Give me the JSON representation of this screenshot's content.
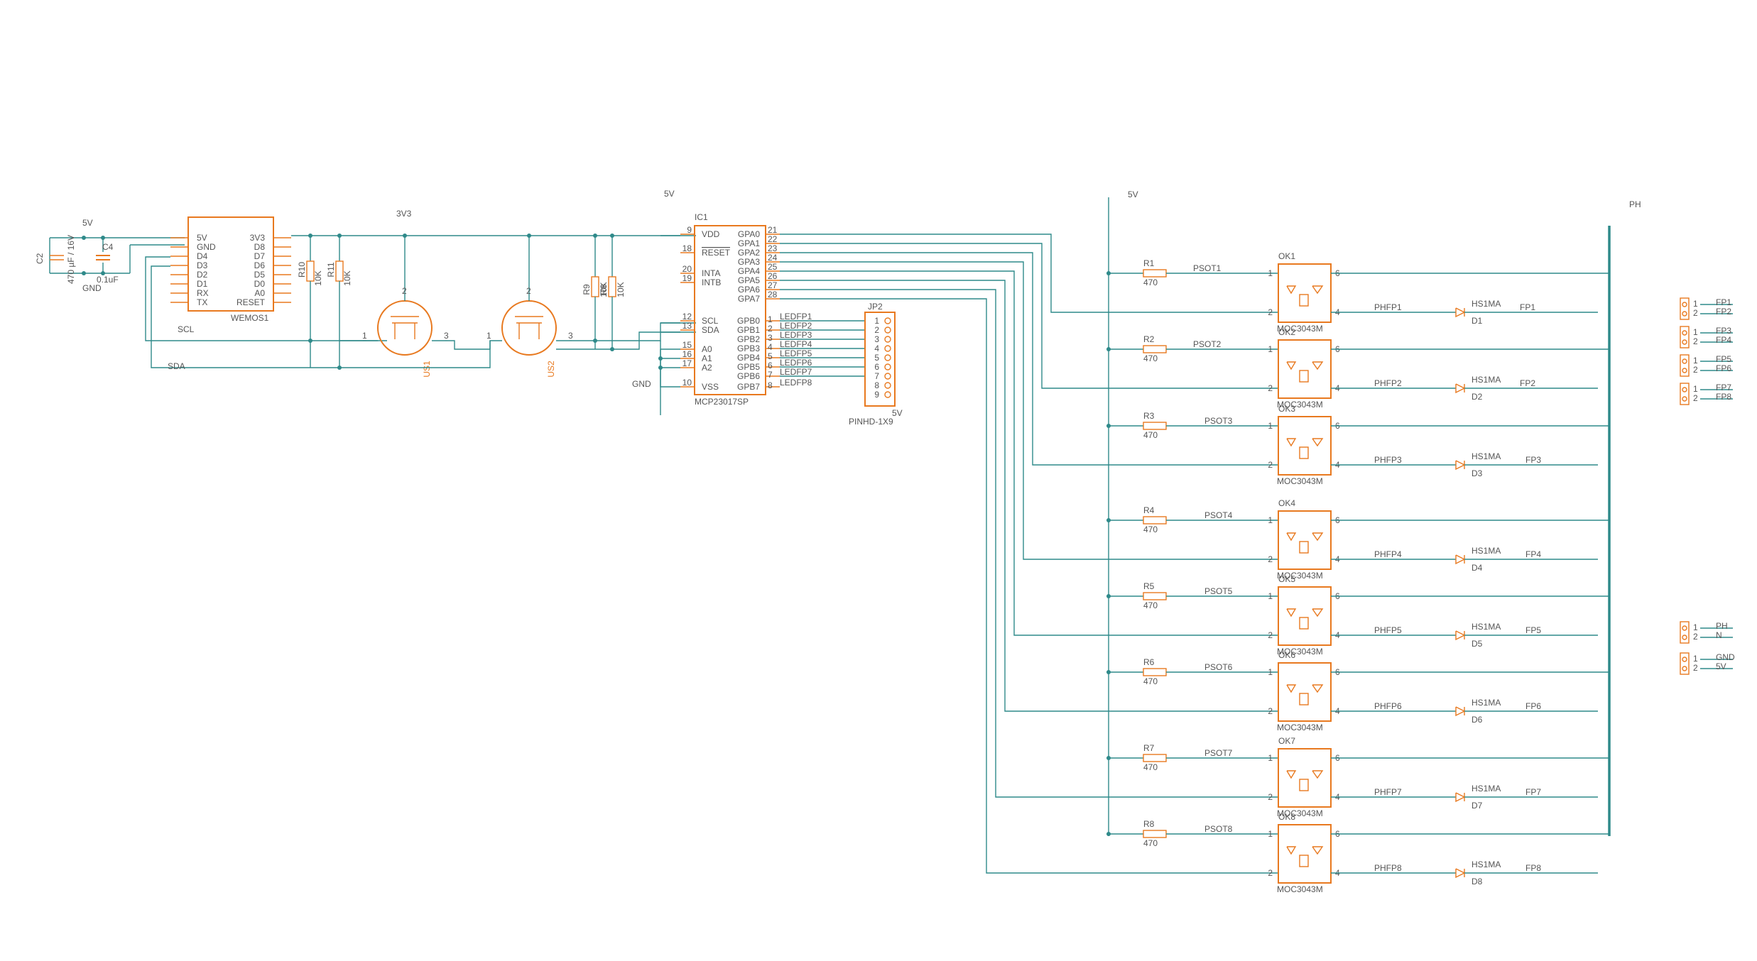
{
  "colors": {
    "wire": "#2f8a8a",
    "part": "#e8791f",
    "text": "#555555",
    "background": "#ffffff"
  },
  "power": {
    "v5_left": "5V",
    "gnd_left": "GND",
    "v3v3": "3V3",
    "v5_ic": "5V",
    "gnd_ic": "GND",
    "v5_ok": "5V",
    "ph_bus": "PH",
    "v5_jp2": "5V"
  },
  "caps": {
    "c2": {
      "name": "C2",
      "value": "470 µF / 16V"
    },
    "c4": {
      "name": "C4",
      "value": "0.1uF"
    }
  },
  "wemos": {
    "name": "WEMOS1",
    "left_pins": [
      "5V",
      "GND",
      "D4",
      "D3",
      "D2",
      "D1",
      "RX",
      "TX"
    ],
    "right_pins": [
      "3V3",
      "D8",
      "D7",
      "D6",
      "D5",
      "D0",
      "A0",
      "RESET"
    ]
  },
  "signals": {
    "scl": "SCL",
    "sda": "SDA"
  },
  "resistors_pullup": [
    {
      "name": "R10",
      "value": "10K"
    },
    {
      "name": "R11",
      "value": "10K"
    },
    {
      "name": "R9",
      "value": "10K"
    },
    {
      "name": "R8",
      "value": "10K"
    }
  ],
  "mosfets": [
    {
      "name": "US1",
      "pins": [
        "1",
        "2",
        "3"
      ]
    },
    {
      "name": "US2",
      "pins": [
        "1",
        "2",
        "3"
      ]
    }
  ],
  "ic1": {
    "name": "IC1",
    "part": "MCP23017SP",
    "left_pins": [
      {
        "label": "VDD",
        "num": "9"
      },
      {
        "label": "RESET",
        "num": "18"
      },
      {
        "label": "INTA",
        "num": "20"
      },
      {
        "label": "INTB",
        "num": "19"
      },
      {
        "label": "SCL",
        "num": "12"
      },
      {
        "label": "SDA",
        "num": "13"
      },
      {
        "label": "A0",
        "num": "15"
      },
      {
        "label": "A1",
        "num": "16"
      },
      {
        "label": "A2",
        "num": "17"
      },
      {
        "label": "VSS",
        "num": "10"
      }
    ],
    "gpa": [
      {
        "label": "GPA0",
        "num": "21"
      },
      {
        "label": "GPA1",
        "num": "22"
      },
      {
        "label": "GPA2",
        "num": "23"
      },
      {
        "label": "GPA3",
        "num": "24"
      },
      {
        "label": "GPA4",
        "num": "25"
      },
      {
        "label": "GPA5",
        "num": "26"
      },
      {
        "label": "GPA6",
        "num": "27"
      },
      {
        "label": "GPA7",
        "num": "28"
      }
    ],
    "gpb": [
      {
        "label": "GPB0",
        "num": "1"
      },
      {
        "label": "GPB1",
        "num": "2"
      },
      {
        "label": "GPB2",
        "num": "3"
      },
      {
        "label": "GPB3",
        "num": "4"
      },
      {
        "label": "GPB4",
        "num": "5"
      },
      {
        "label": "GPB5",
        "num": "6"
      },
      {
        "label": "GPB6",
        "num": "7"
      },
      {
        "label": "GPB7",
        "num": "8"
      }
    ]
  },
  "led_nets": [
    "LEDFP1",
    "LEDFP2",
    "LEDFP3",
    "LEDFP4",
    "LEDFP5",
    "LEDFP6",
    "LEDFP7",
    "LEDFP8"
  ],
  "jp2": {
    "name": "JP2",
    "part": "PINHD-1X9",
    "pins": [
      "1",
      "2",
      "3",
      "4",
      "5",
      "6",
      "7",
      "8",
      "9"
    ]
  },
  "channels": [
    {
      "r": "R1",
      "rv": "470",
      "psot": "PSOT1",
      "ok": "OK1",
      "okpart": "MOC3043M",
      "phfp": "PHFP1",
      "d": "D1",
      "dpart": "HS1MA",
      "fp": "FP1"
    },
    {
      "r": "R2",
      "rv": "470",
      "psot": "PSOT2",
      "ok": "OK2",
      "okpart": "MOC3043M",
      "phfp": "PHFP2",
      "d": "D2",
      "dpart": "HS1MA",
      "fp": "FP2"
    },
    {
      "r": "R3",
      "rv": "470",
      "psot": "PSOT3",
      "ok": "OK3",
      "okpart": "MOC3043M",
      "phfp": "PHFP3",
      "d": "D3",
      "dpart": "HS1MA",
      "fp": "FP3"
    },
    {
      "r": "R4",
      "rv": "470",
      "psot": "PSOT4",
      "ok": "OK4",
      "okpart": "MOC3043M",
      "phfp": "PHFP4",
      "d": "D4",
      "dpart": "HS1MA",
      "fp": "FP4"
    },
    {
      "r": "R5",
      "rv": "470",
      "psot": "PSOT5",
      "ok": "OK5",
      "okpart": "MOC3043M",
      "phfp": "PHFP5",
      "d": "D5",
      "dpart": "HS1MA",
      "fp": "FP5"
    },
    {
      "r": "R6",
      "rv": "470",
      "psot": "PSOT6",
      "ok": "OK6",
      "okpart": "MOC3043M",
      "phfp": "PHFP6",
      "d": "D6",
      "dpart": "HS1MA",
      "fp": "FP6"
    },
    {
      "r": "R7",
      "rv": "470",
      "psot": "PSOT7",
      "ok": "OK7",
      "okpart": "MOC3043M",
      "phfp": "PHFP7",
      "d": "D7",
      "dpart": "HS1MA",
      "fp": "FP7"
    },
    {
      "r": "R8",
      "rv": "470",
      "psot": "PSOT8",
      "ok": "OK8",
      "okpart": "MOC3043M",
      "phfp": "PHFP8",
      "d": "D8",
      "dpart": "HS1MA",
      "fp": "FP8"
    }
  ],
  "opto_pins": {
    "p1": "1",
    "p2": "2",
    "p4": "4",
    "p6": "6"
  },
  "terminals": [
    {
      "pins": [
        "1",
        "2"
      ],
      "nets": [
        "FP1",
        "FP2"
      ]
    },
    {
      "pins": [
        "1",
        "2"
      ],
      "nets": [
        "FP3",
        "FP4"
      ]
    },
    {
      "pins": [
        "1",
        "2"
      ],
      "nets": [
        "FP5",
        "FP6"
      ]
    },
    {
      "pins": [
        "1",
        "2"
      ],
      "nets": [
        "FP7",
        "FP8"
      ]
    },
    {
      "pins": [
        "1",
        "2"
      ],
      "nets": [
        "PH",
        "N"
      ]
    },
    {
      "pins": [
        "1",
        "2"
      ],
      "nets": [
        "GND",
        "5V"
      ]
    }
  ]
}
